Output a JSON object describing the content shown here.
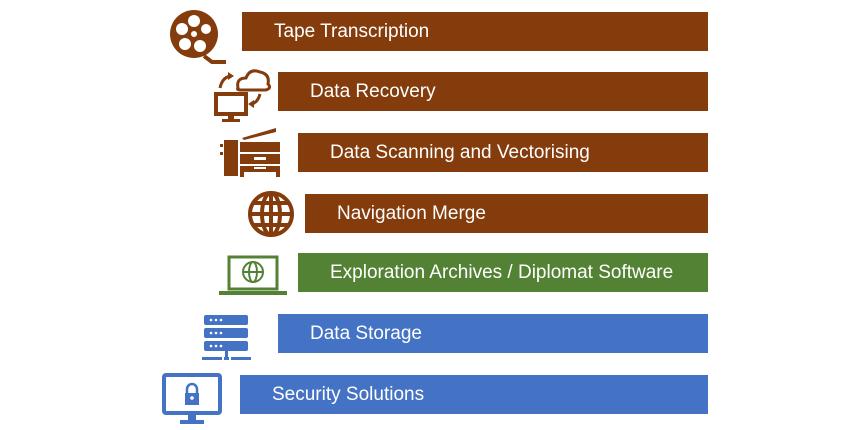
{
  "colors": {
    "brown": "#843C0C",
    "green": "#548235",
    "blue": "#4472C4"
  },
  "layers": [
    {
      "label": "Tape Transcription",
      "icon": "tape-reel-icon",
      "color": "brown"
    },
    {
      "label": "Data Recovery",
      "icon": "cloud-sync-computer-icon",
      "color": "brown"
    },
    {
      "label": "Data Scanning and Vectorising",
      "icon": "scanner-copier-icon",
      "color": "brown"
    },
    {
      "label": "Navigation Merge",
      "icon": "globe-icon",
      "color": "brown"
    },
    {
      "label": "Exploration Archives / Diplomat Software",
      "icon": "laptop-globe-icon",
      "color": "green"
    },
    {
      "label": "Data Storage",
      "icon": "server-icon",
      "color": "blue"
    },
    {
      "label": "Security Solutions",
      "icon": "monitor-lock-icon",
      "color": "blue"
    }
  ]
}
